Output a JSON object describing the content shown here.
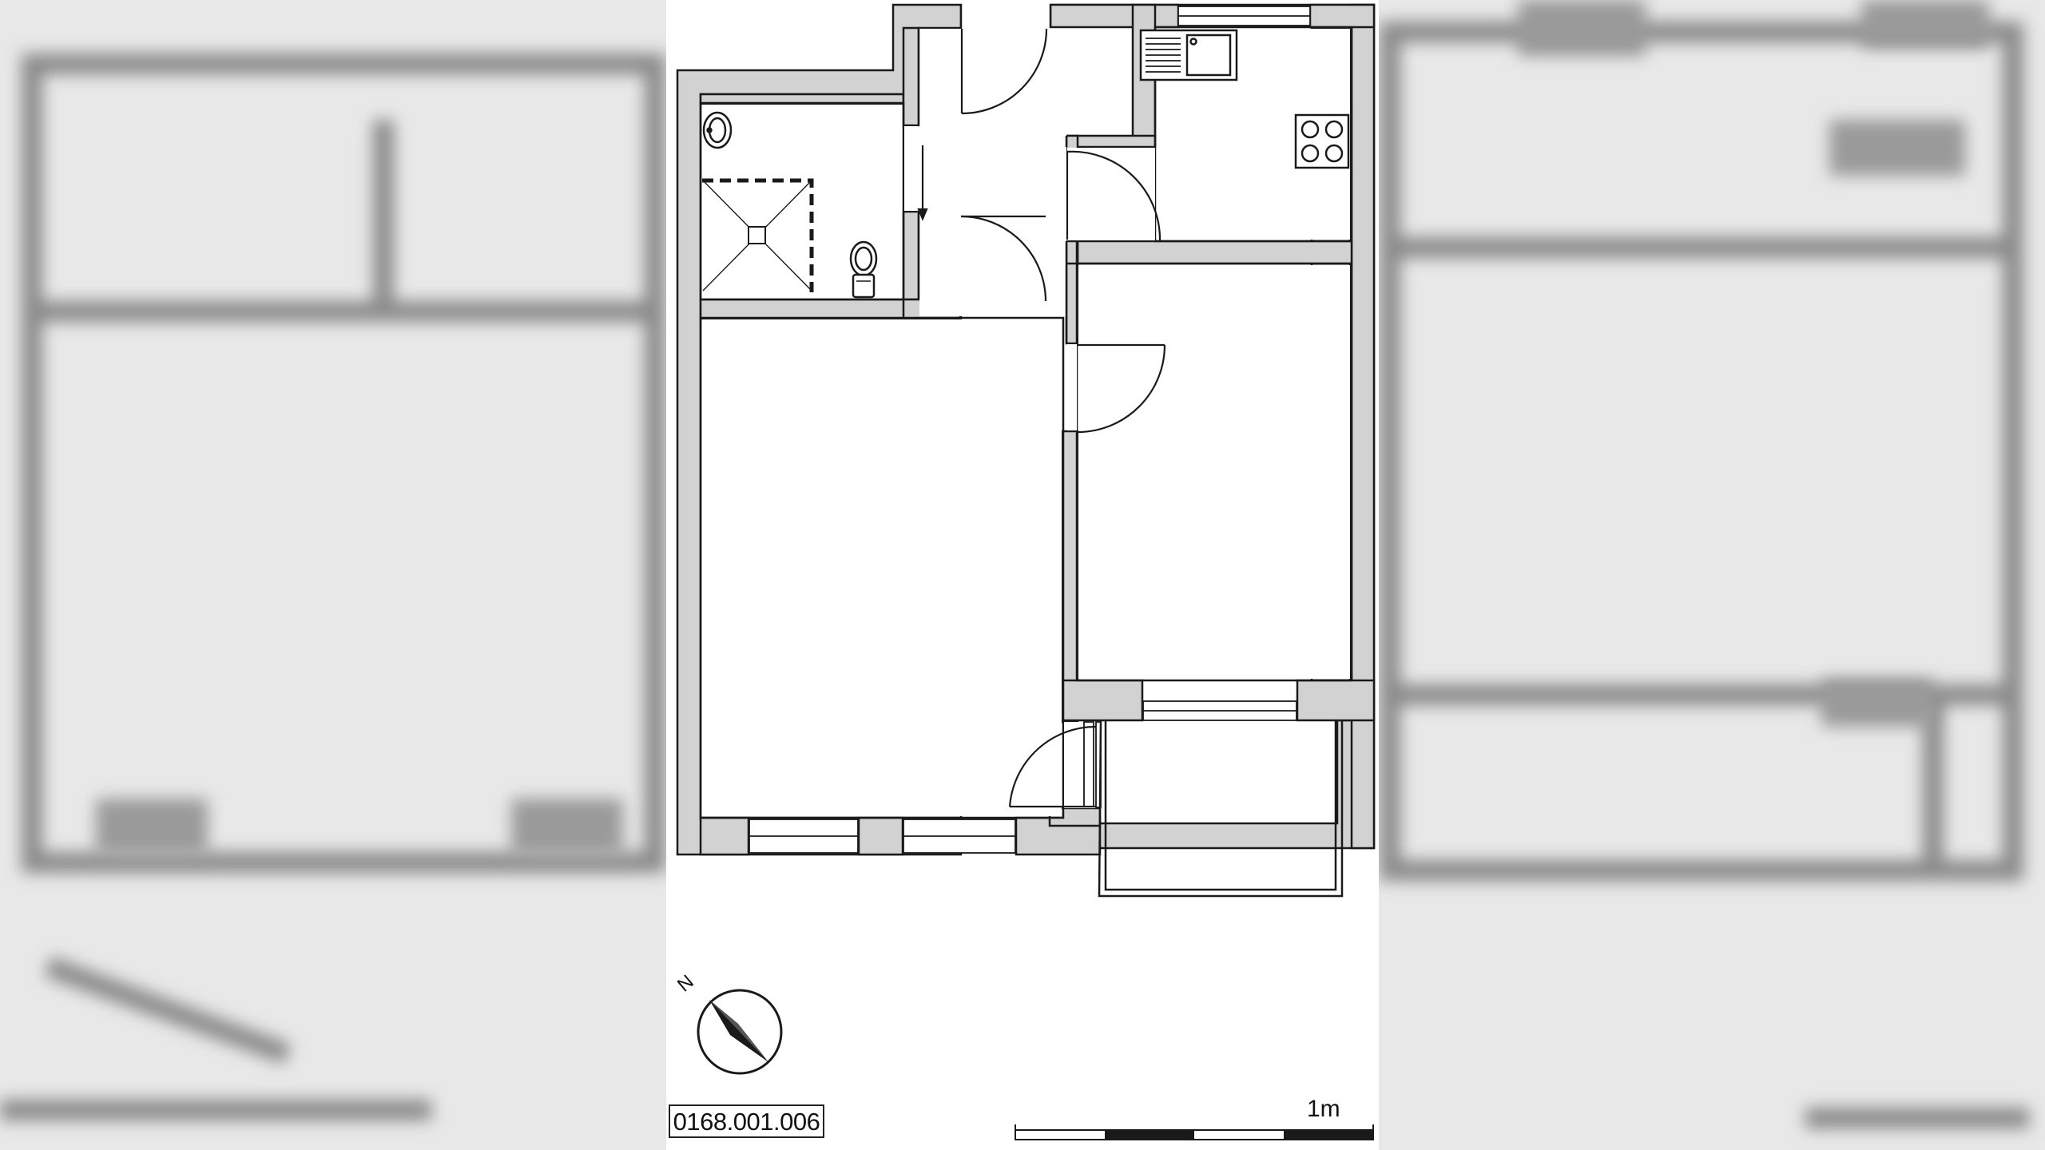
{
  "plan": {
    "id_label": "0168.001.006",
    "scale_label": "1m",
    "north_label": "N"
  },
  "colors": {
    "wall_fill": "#d2d2d2",
    "wall_stroke": "#1a1a1a",
    "background": "#e9e9e9",
    "paper": "#ffffff"
  },
  "icons": [
    "compass-icon",
    "toilet-icon",
    "sink-icon",
    "stove-icon",
    "kitchen-sink-icon",
    "shower-icon"
  ]
}
